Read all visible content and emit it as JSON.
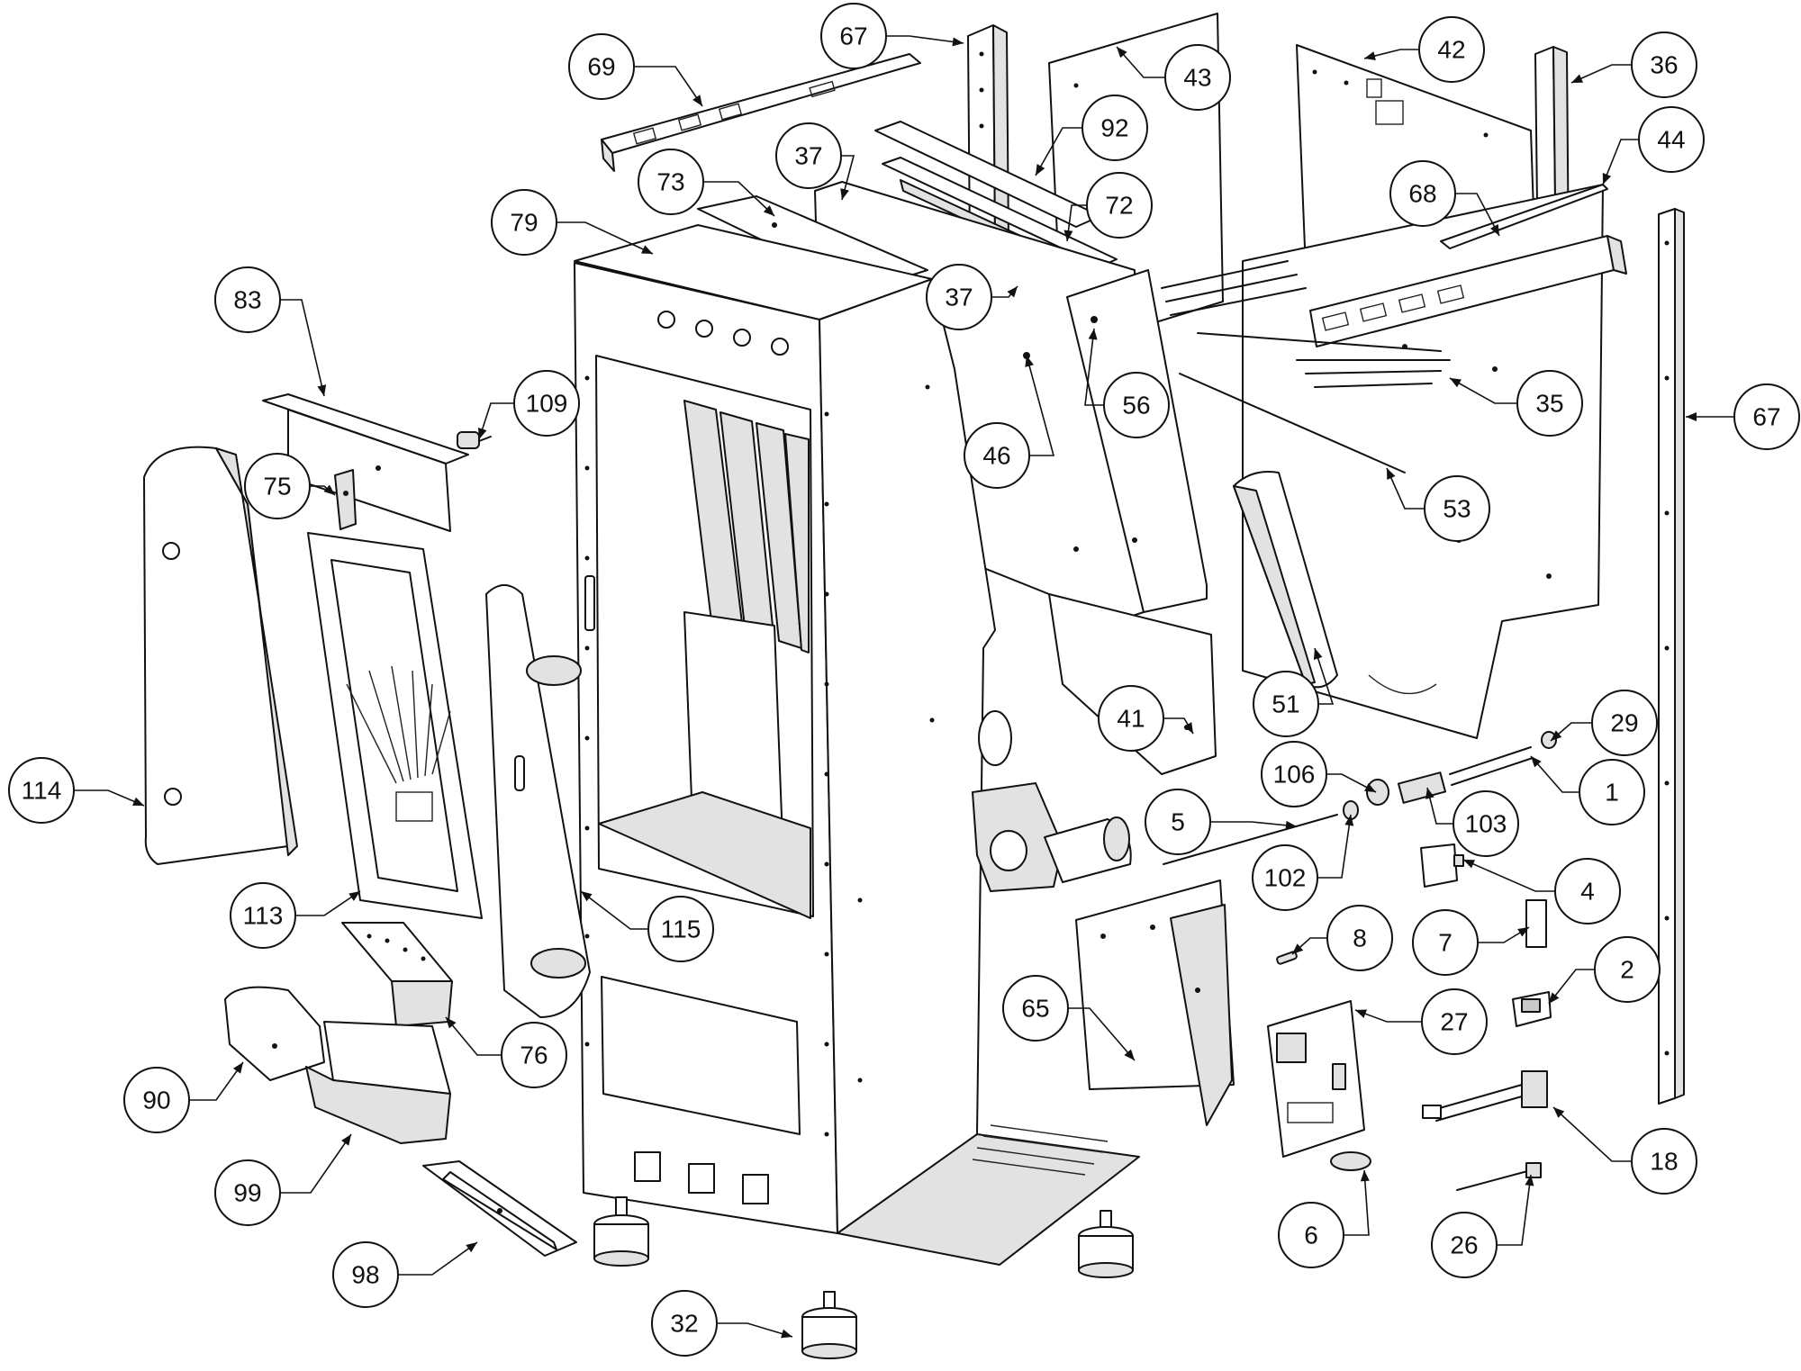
{
  "callouts": [
    {
      "label": "67"
    },
    {
      "label": "69"
    },
    {
      "label": "43"
    },
    {
      "label": "42"
    },
    {
      "label": "36"
    },
    {
      "label": "92"
    },
    {
      "label": "37"
    },
    {
      "label": "73"
    },
    {
      "label": "72"
    },
    {
      "label": "44"
    },
    {
      "label": "68"
    },
    {
      "label": "79"
    },
    {
      "label": "37"
    },
    {
      "label": "83"
    },
    {
      "label": "109"
    },
    {
      "label": "56"
    },
    {
      "label": "35"
    },
    {
      "label": "67"
    },
    {
      "label": "46"
    },
    {
      "label": "75"
    },
    {
      "label": "53"
    },
    {
      "label": "41"
    },
    {
      "label": "51"
    },
    {
      "label": "29"
    },
    {
      "label": "114"
    },
    {
      "label": "106"
    },
    {
      "label": "5"
    },
    {
      "label": "103"
    },
    {
      "label": "1"
    },
    {
      "label": "102"
    },
    {
      "label": "4"
    },
    {
      "label": "113"
    },
    {
      "label": "115"
    },
    {
      "label": "8"
    },
    {
      "label": "7"
    },
    {
      "label": "2"
    },
    {
      "label": "65"
    },
    {
      "label": "27"
    },
    {
      "label": "76"
    },
    {
      "label": "90"
    },
    {
      "label": "18"
    },
    {
      "label": "99"
    },
    {
      "label": "6"
    },
    {
      "label": "26"
    },
    {
      "label": "98"
    },
    {
      "label": "32"
    }
  ]
}
